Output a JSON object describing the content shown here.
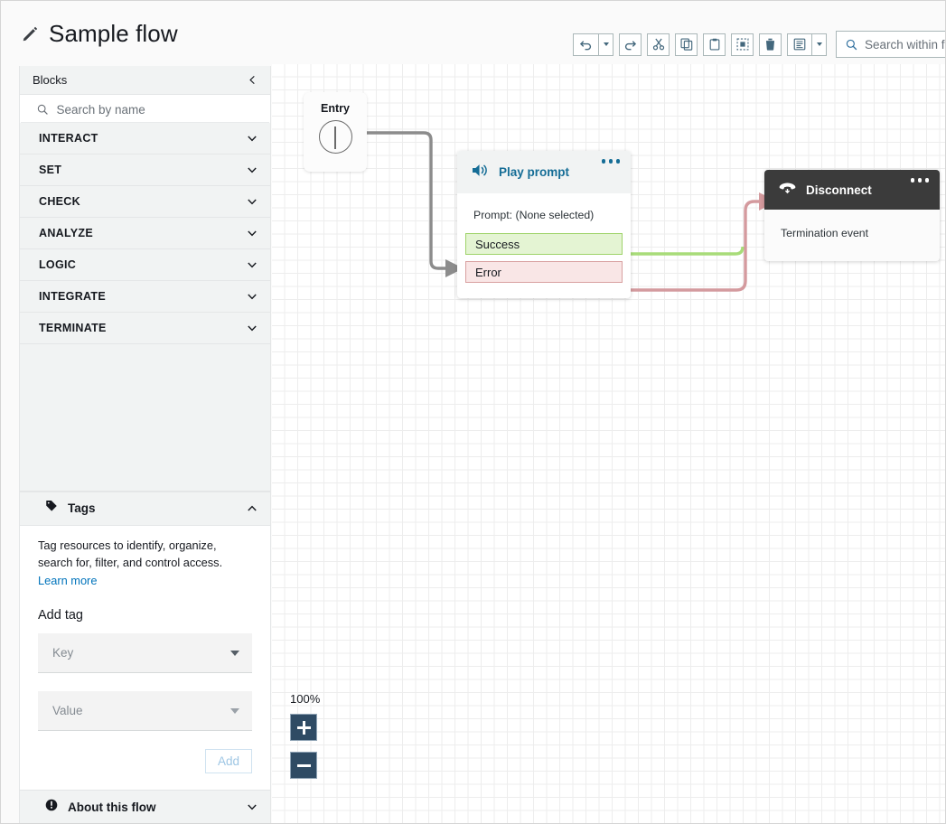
{
  "header": {
    "title": "Sample flow",
    "edit_icon": "pencil-icon",
    "toolbar": {
      "undo_label": "undo-icon",
      "undo_caret_label": "chevron-down-icon",
      "redo_label": "redo-icon",
      "cut_label": "scissors-icon",
      "copy_label": "copy-icon",
      "paste_label": "clipboard-icon",
      "select_label": "select-all-icon",
      "delete_label": "trash-icon",
      "list_label": "list-icon",
      "list_caret_label": "chevron-down-icon"
    },
    "search": {
      "icon": "search-icon",
      "placeholder": "Search within f"
    }
  },
  "sidebar": {
    "panel_title": "Blocks",
    "collapse_icon": "chevron-left-icon",
    "search": {
      "icon": "search-icon",
      "placeholder": "Search by name",
      "value": ""
    },
    "categories": [
      {
        "label": "INTERACT"
      },
      {
        "label": "SET"
      },
      {
        "label": "CHECK"
      },
      {
        "label": "ANALYZE"
      },
      {
        "label": "LOGIC"
      },
      {
        "label": "INTEGRATE"
      },
      {
        "label": "TERMINATE"
      }
    ],
    "tags": {
      "icon": "tag-icon",
      "title": "Tags",
      "collapse_icon": "chevron-up-icon",
      "description": "Tag resources to identify, organize, search for, filter, and control access.",
      "learn_more": "Learn more",
      "add_tag_heading": "Add tag",
      "key_placeholder": "Key",
      "value_placeholder": "Value",
      "add_button": "Add"
    },
    "about": {
      "icon": "info-icon",
      "title": "About this flow",
      "expand_icon": "chevron-down-icon"
    }
  },
  "canvas": {
    "zoom": {
      "level": "100%",
      "zoom_in_label": "+",
      "zoom_out_label": "−"
    },
    "nodes": {
      "entry": {
        "label": "Entry"
      },
      "play_prompt": {
        "icon": "speaker-icon",
        "title": "Play prompt",
        "menu_icon": "more-options-icon",
        "body": "Prompt: (None selected)",
        "ports": [
          {
            "label": "Success",
            "color": "#9fd36a"
          },
          {
            "label": "Error",
            "color": "#d8a0a0"
          }
        ]
      },
      "disconnect": {
        "icon": "phone-hangup-icon",
        "title": "Disconnect",
        "menu_icon": "more-options-icon",
        "body": "Termination event"
      }
    },
    "colors": {
      "success_edge": "#a8dc79",
      "error_edge": "#d49a9e",
      "default_edge": "#8c8c8c",
      "accent": "#156d96",
      "disconnect_header": "#3b3b3b"
    }
  }
}
